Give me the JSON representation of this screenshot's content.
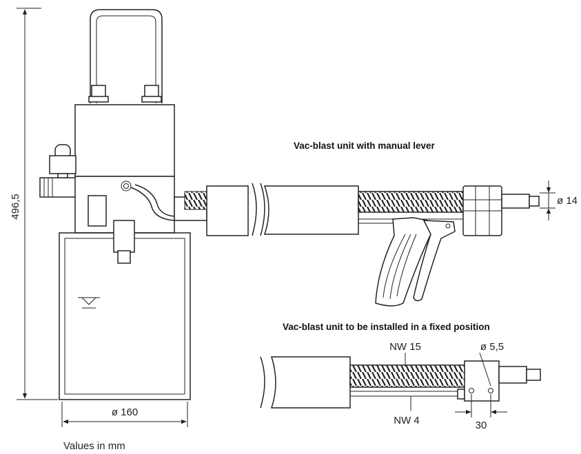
{
  "labels": {
    "title_manual": "Vac-blast unit with manual lever",
    "title_fixed": "Vac-blast unit to be installed in a fixed position",
    "height_dim": "496,5",
    "diameter_base": "ø 160",
    "diameter_nozzle": "ø 14",
    "hose_nw15": "NW 15",
    "hose_nw4": "NW 4",
    "hole_diameter": "ø 5,5",
    "spacing_30": "30",
    "units_note": "Values in mm"
  }
}
